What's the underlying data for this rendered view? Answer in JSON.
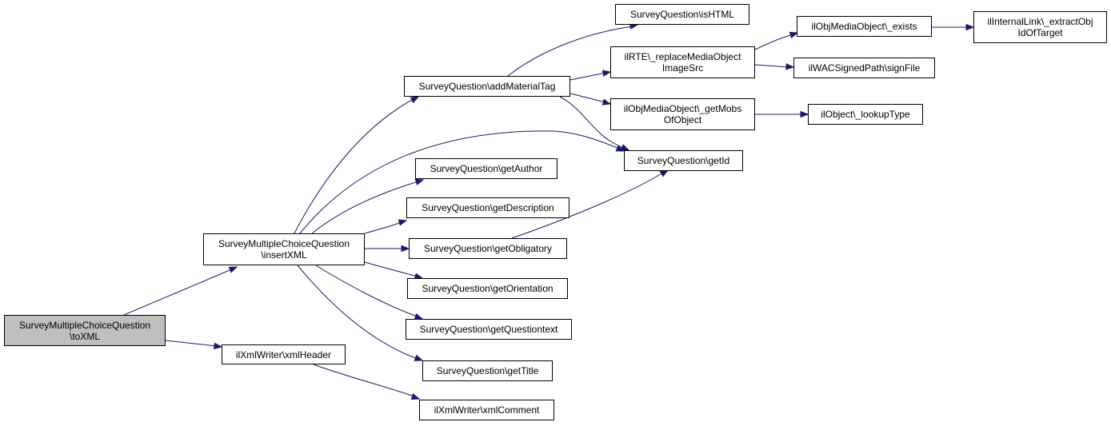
{
  "colors": {
    "edge": "#191970",
    "root_fill": "#bfbfbf",
    "node_fill": "#ffffff",
    "border": "#000000"
  },
  "nodes": {
    "toXML": {
      "lines": [
        "SurveyMultipleChoiceQuestion",
        "\\toXML"
      ],
      "root": true
    },
    "insertXML": {
      "lines": [
        "SurveyMultipleChoiceQuestion",
        "\\insertXML"
      ]
    },
    "xmlHeader": {
      "lines": [
        "ilXmlWriter\\xmlHeader"
      ]
    },
    "xmlComment": {
      "lines": [
        "ilXmlWriter\\xmlComment"
      ]
    },
    "addMaterialTag": {
      "lines": [
        "SurveyQuestion\\addMaterialTag"
      ]
    },
    "getAuthor": {
      "lines": [
        "SurveyQuestion\\getAuthor"
      ]
    },
    "getDescription": {
      "lines": [
        "SurveyQuestion\\getDescription"
      ]
    },
    "getObligatory": {
      "lines": [
        "SurveyQuestion\\getObligatory"
      ]
    },
    "getOrientation": {
      "lines": [
        "SurveyQuestion\\getOrientation"
      ]
    },
    "getQuestiontext": {
      "lines": [
        "SurveyQuestion\\getQuestiontext"
      ]
    },
    "getTitle": {
      "lines": [
        "SurveyQuestion\\getTitle"
      ]
    },
    "isHTML": {
      "lines": [
        "SurveyQuestion\\isHTML"
      ]
    },
    "replaceMediaObjectImageSrc": {
      "lines": [
        "ilRTE\\_replaceMediaObject",
        "ImageSrc"
      ]
    },
    "getMobsOfObject": {
      "lines": [
        "ilObjMediaObject\\_getMobs",
        "OfObject"
      ]
    },
    "getId": {
      "lines": [
        "SurveyQuestion\\getId"
      ]
    },
    "exists": {
      "lines": [
        "ilObjMediaObject\\_exists"
      ]
    },
    "signFile": {
      "lines": [
        "ilWACSignedPath\\signFile"
      ]
    },
    "lookupType": {
      "lines": [
        "ilObject\\_lookupType"
      ]
    },
    "extractObjIdOfTarget": {
      "lines": [
        "ilInternalLink\\_extractObj",
        "IdOfTarget"
      ]
    }
  }
}
